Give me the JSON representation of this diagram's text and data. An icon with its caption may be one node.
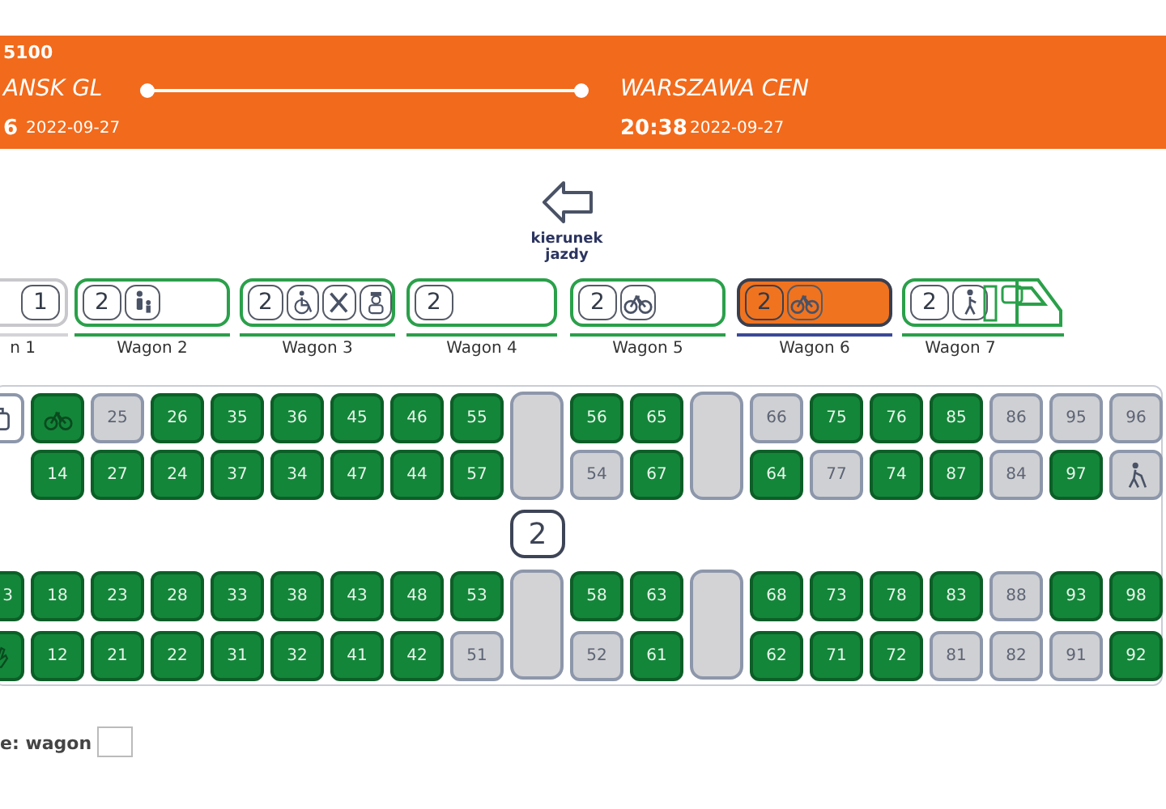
{
  "diagram": {
    "nodes": [
      {
        "text": [
          "5100",
          "ANSK GL",
          "6",
          "2022-09-27",
          "WARSZAWA CEN",
          "20:38",
          "2022-09-27"
        ]
      },
      {
        "text": [
          "1"
        ],
        "beside": [
          "n 1"
        ]
      },
      {
        "text": [
          "2"
        ],
        "beside": [
          "Wagon 2"
        ]
      },
      {
        "text": [
          "2"
        ],
        "beside": [
          "Wagon 3"
        ]
      },
      {
        "text": [
          "2"
        ],
        "beside": [
          "Wagon 4"
        ]
      },
      {
        "text": [
          "2"
        ],
        "beside": [
          "Wagon 5"
        ]
      },
      {
        "text": [
          "2"
        ],
        "beside": [
          "Wagon 6"
        ]
      },
      {
        "text": [
          "2"
        ],
        "beside": [
          "Wagon 7"
        ]
      },
      {
        "text": [],
        "shape": "picture"
      },
      {
        "text": [],
        "shape": "picture"
      },
      {
        "text": [
          "25"
        ]
      },
      {
        "text": [
          "26"
        ]
      },
      {
        "text": [
          "35"
        ]
      },
      {
        "text": [
          "36"
        ]
      },
      {
        "text": [
          "45"
        ]
      },
      {
        "text": [
          "46"
        ]
      },
      {
        "text": [
          "55"
        ]
      },
      {
        "text": [],
        "shape": "box"
      },
      {
        "text": [
          "56"
        ]
      },
      {
        "text": [
          "65"
        ]
      },
      {
        "text": [],
        "shape": "box"
      },
      {
        "text": [
          "66"
        ]
      },
      {
        "text": [
          "75"
        ]
      },
      {
        "text": [
          "76"
        ]
      },
      {
        "text": [
          "85"
        ]
      },
      {
        "text": [
          "86"
        ]
      },
      {
        "text": [
          "95"
        ]
      },
      {
        "text": [
          "96"
        ]
      },
      {
        "text": [
          "14"
        ]
      },
      {
        "text": [
          "27"
        ]
      },
      {
        "text": [
          "24"
        ]
      },
      {
        "text": [
          "37"
        ]
      },
      {
        "text": [
          "34"
        ]
      },
      {
        "text": [
          "47"
        ]
      },
      {
        "text": [
          "44"
        ]
      },
      {
        "text": [
          "57"
        ]
      },
      {
        "text": [
          "54"
        ]
      },
      {
        "text": [
          "67"
        ]
      },
      {
        "text": [
          "64"
        ]
      },
      {
        "text": [
          "77"
        ]
      },
      {
        "text": [
          "74"
        ]
      },
      {
        "text": [
          "87"
        ]
      },
      {
        "text": [
          "84"
        ]
      },
      {
        "text": [
          "97"
        ]
      },
      {
        "text": [],
        "shape": "picture"
      },
      {
        "text": [
          "2"
        ]
      },
      {
        "text": [
          "3"
        ]
      },
      {
        "text": [
          "18"
        ]
      },
      {
        "text": [
          "23"
        ]
      },
      {
        "text": [
          "28"
        ]
      },
      {
        "text": [
          "33"
        ]
      },
      {
        "text": [
          "38"
        ]
      },
      {
        "text": [
          "43"
        ]
      },
      {
        "text": [
          "48"
        ]
      },
      {
        "text": [
          "53"
        ]
      },
      {
        "text": [],
        "shape": "box"
      },
      {
        "text": [
          "58"
        ]
      },
      {
        "text": [
          "63"
        ]
      },
      {
        "text": [],
        "shape": "box"
      },
      {
        "text": [
          "68"
        ]
      },
      {
        "text": [
          "73"
        ]
      },
      {
        "text": [
          "78"
        ]
      },
      {
        "text": [
          "83"
        ]
      },
      {
        "text": [
          "88"
        ]
      },
      {
        "text": [
          "93"
        ]
      },
      {
        "text": [
          "98"
        ]
      },
      {
        "text": [],
        "shape": "picture"
      },
      {
        "text": [
          "12"
        ]
      },
      {
        "text": [
          "21"
        ]
      },
      {
        "text": [
          "22"
        ]
      },
      {
        "text": [
          "31"
        ]
      },
      {
        "text": [
          "32"
        ]
      },
      {
        "text": [
          "41"
        ]
      },
      {
        "text": [
          "42"
        ]
      },
      {
        "text": [
          "51"
        ]
      },
      {
        "text": [
          "52"
        ]
      },
      {
        "text": [
          "61"
        ]
      },
      {
        "text": [
          "62"
        ]
      },
      {
        "text": [
          "71"
        ]
      },
      {
        "text": [
          "72"
        ]
      },
      {
        "text": [
          "81"
        ]
      },
      {
        "text": [
          "82"
        ]
      },
      {
        "text": [
          "91"
        ]
      },
      {
        "text": [
          "92"
        ]
      }
    ],
    "labels": [
      "kierunek jazdy",
      "e: wagon"
    ]
  }
}
